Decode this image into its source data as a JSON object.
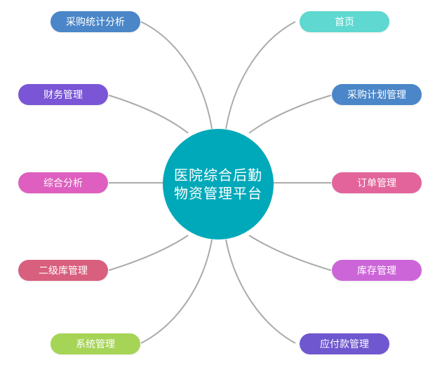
{
  "hub": {
    "line1": "医院综合后勤",
    "line2": "物资管理平台",
    "color": "#00a9b9"
  },
  "connector_color": "#aaaaaa",
  "nodes": [
    {
      "label": "采购统计分析",
      "color": "#4a86c8"
    },
    {
      "label": "首页",
      "color": "#5ed8d0"
    },
    {
      "label": "财务管理",
      "color": "#7a55d6"
    },
    {
      "label": "采购计划管理",
      "color": "#4a86c8"
    },
    {
      "label": "综合分析",
      "color": "#de5fbf"
    },
    {
      "label": "订单管理",
      "color": "#e2649a"
    },
    {
      "label": "二级库管理",
      "color": "#d95f7e"
    },
    {
      "label": "库存管理",
      "color": "#cc66d8"
    },
    {
      "label": "系统管理",
      "color": "#a6d456"
    },
    {
      "label": "应付款管理",
      "color": "#6e57cf"
    }
  ]
}
